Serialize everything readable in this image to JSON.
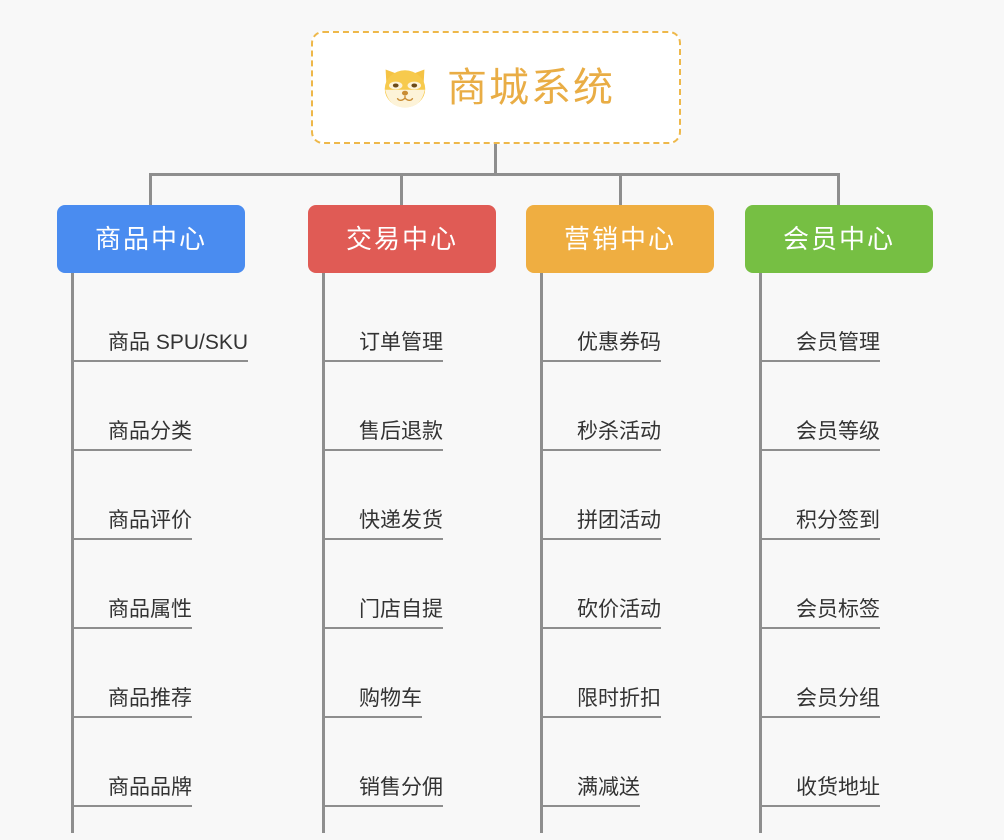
{
  "root": {
    "title": "商城系统",
    "icon": "shiba-dog-face-emoji",
    "color": "#e9ad45",
    "border_color": "#eeb84a"
  },
  "connector_color": "#8e8e8e",
  "background_color": "#f8f8f8",
  "categories": [
    {
      "label": "商品中心",
      "color": "#4a8cf0",
      "items": [
        "商品 SPU/SKU",
        "商品分类",
        "商品评价",
        "商品属性",
        "商品推荐",
        "商品品牌"
      ]
    },
    {
      "label": "交易中心",
      "color": "#e05b55",
      "items": [
        "订单管理",
        "售后退款",
        "快递发货",
        "门店自提",
        "购物车",
        "销售分佣"
      ]
    },
    {
      "label": "营销中心",
      "color": "#efae41",
      "items": [
        "优惠券码",
        "秒杀活动",
        "拼团活动",
        "砍价活动",
        "限时折扣",
        "满减送"
      ]
    },
    {
      "label": "会员中心",
      "color": "#76bf43",
      "items": [
        "会员管理",
        "会员等级",
        "积分签到",
        "会员标签",
        "会员分组",
        "收货地址"
      ]
    }
  ]
}
